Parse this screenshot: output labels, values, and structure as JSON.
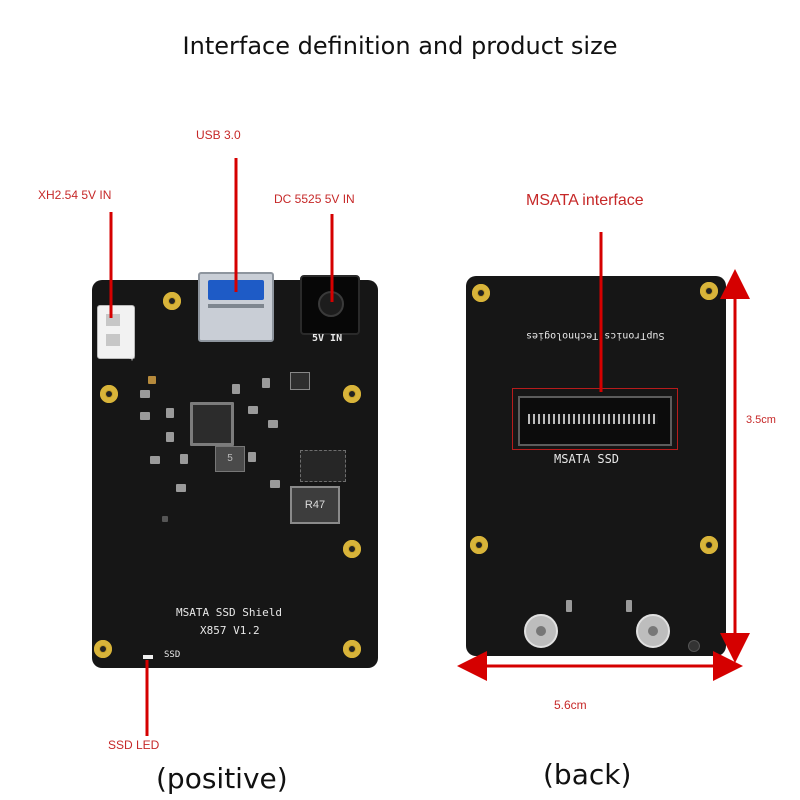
{
  "title": "Interface definition and product size",
  "front": {
    "caption": "(positive)",
    "labels": {
      "usb": "USB 3.0",
      "xh": "XH2.54 5V IN",
      "dc": "DC 5525 5V IN",
      "led": "SSD LED"
    },
    "silkscreen": {
      "board_name": "MSATA SSD Shield",
      "model": "X857 V1.2",
      "power": "5V IN",
      "ssd": "SSD",
      "inductor": "R47",
      "chip": "5",
      "conn_plus": "+"
    }
  },
  "back": {
    "caption": "(back)",
    "labels": {
      "msata": "MSATA interface",
      "height": "3.5cm",
      "width": "5.6cm"
    },
    "silkscreen": {
      "brand": "SupTronics Technologies",
      "slot": "MSATA SSD"
    }
  },
  "colors": {
    "callout_red": "#d50000",
    "board": "#161616",
    "gold": "#c9a227"
  }
}
